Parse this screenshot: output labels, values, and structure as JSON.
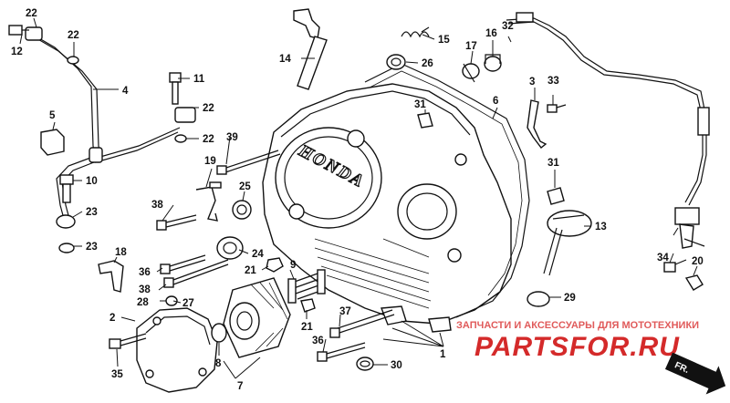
{
  "brand_cast_text": "HONDA",
  "watermark": {
    "caption": "ЗАПЧАСТИ И АКСЕССУАРЫ ДЛЯ МОТОТЕХНИКИ",
    "logo_text": "PARTSFOR.RU",
    "color": "#d42a2a"
  },
  "direction_label": "FR.",
  "callouts": {
    "c1": "1",
    "c2": "2",
    "c3": "3",
    "c4": "4",
    "c5": "5",
    "c6": "6",
    "c7": "7",
    "c8": "8",
    "c9": "9",
    "c10": "10",
    "c11": "11",
    "c12": "12",
    "c13": "13",
    "c14": "14",
    "c15": "15",
    "c16": "16",
    "c17": "17",
    "c18": "18",
    "c19": "19",
    "c20": "20",
    "c21a": "21",
    "c21b": "21",
    "c22a": "22",
    "c22b": "22",
    "c22c": "22",
    "c22d": "22",
    "c23a": "23",
    "c23b": "23",
    "c24": "24",
    "c25": "25",
    "c26": "26",
    "c27": "27",
    "c28": "28",
    "c29": "29",
    "c30": "30",
    "c31a": "31",
    "c31b": "31",
    "c32": "32",
    "c33": "33",
    "c34": "34",
    "c35": "35",
    "c36a": "36",
    "c36b": "36",
    "c37": "37",
    "c38a": "38",
    "c38b": "38",
    "c39": "39"
  }
}
